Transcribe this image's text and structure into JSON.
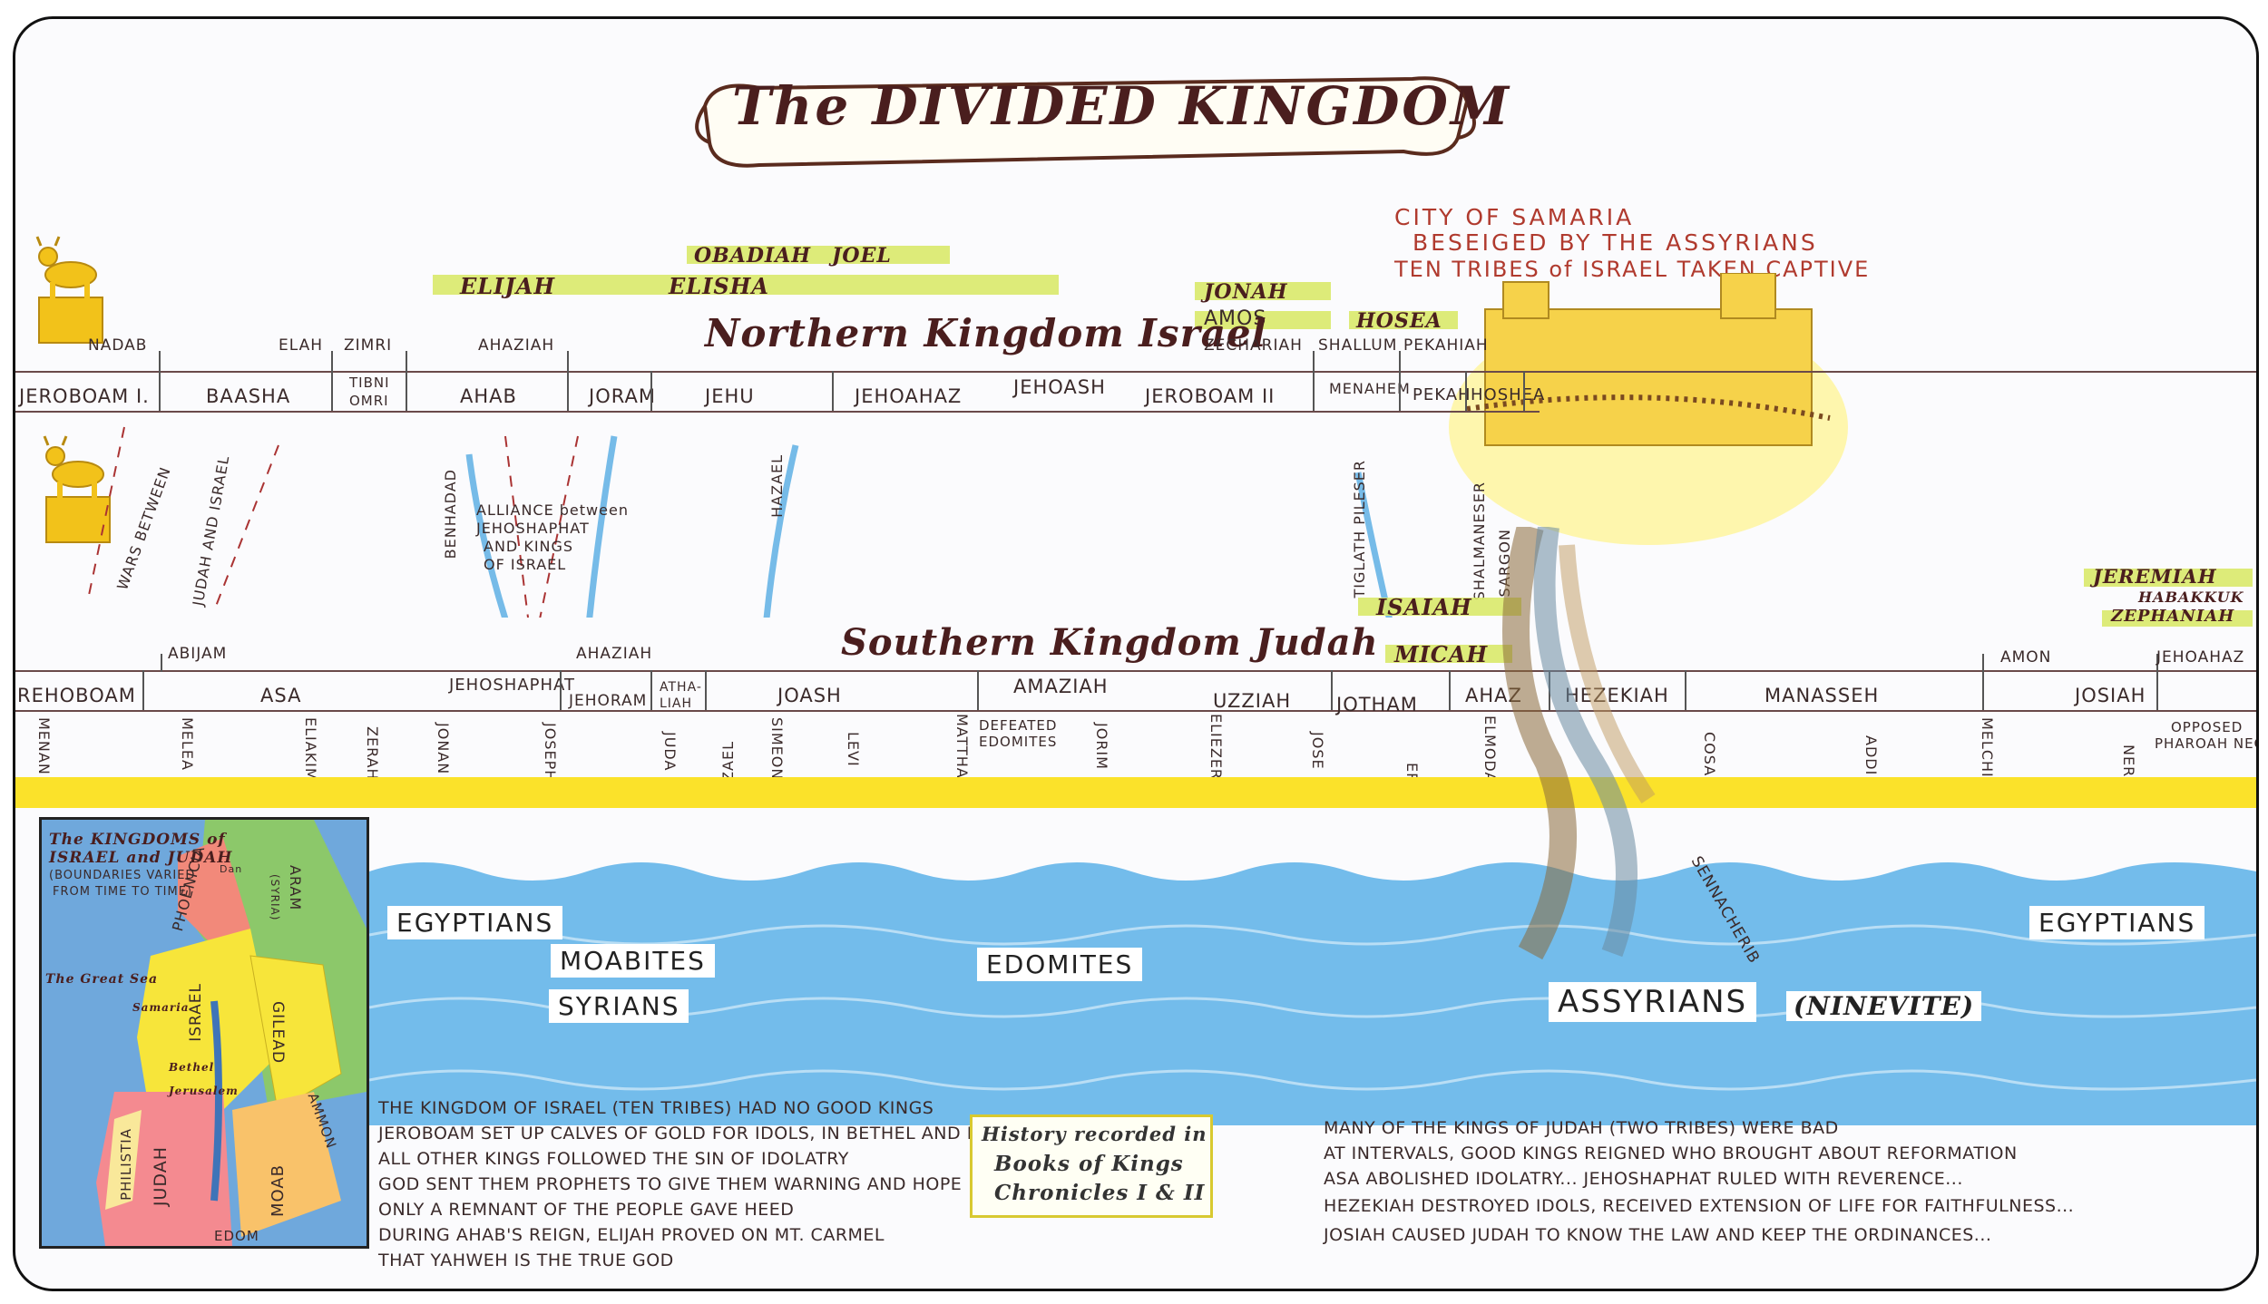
{
  "title": "The DIVIDED KINGDOM",
  "northern_heading": "Northern Kingdom Israel",
  "southern_heading": "Southern Kingdom Judah",
  "samaria": {
    "line1": "CITY OF SAMARIA",
    "line2": "BESEIGED BY THE ASSYRIANS",
    "line3": "TEN TRIBES of ISRAEL TAKEN CAPTIVE"
  },
  "north_prophets": [
    "OBADIAH",
    "JOEL",
    "ELIJAH",
    "ELISHA",
    "JONAH",
    "AMOS",
    "HOSEA"
  ],
  "south_prophets": [
    "ISAIAH",
    "MICAH",
    "JEREMIAH",
    "HABAKKUK",
    "ZEPHANIAH"
  ],
  "north_kings": {
    "row": [
      "JEROBOAM I.",
      "BAASHA",
      "TIBNI",
      "OMRI",
      "AHAB",
      "JORAM",
      "JEHU",
      "JEHOAHAZ",
      "JEHOASH",
      "JEROBOAM II",
      "MENAHEM",
      "PEKAH",
      "HOSHEA"
    ],
    "above": [
      "NADAB",
      "ELAH",
      "ZIMRI",
      "AHAZIAH",
      "ZECHARIAH",
      "SHALLUM",
      "PEKAHIAH"
    ]
  },
  "south_kings": {
    "row": [
      "REHOBOAM",
      "ASA",
      "JEHOSHAPHAT",
      "JEHORAM",
      "ATHA-LIAH",
      "JOASH",
      "AMAZIAH",
      "UZZIAH",
      "JOTHAM",
      "AHAZ",
      "HEZEKIAH",
      "MANASSEH",
      "JOSIAH"
    ],
    "above": [
      "ABIJAM",
      "AHAZIAH",
      "AMON",
      "JEHOAHAZ"
    ]
  },
  "middle_labels": {
    "wars": "WARS BETWEEN",
    "judah_israel": "JUDAH AND ISRAEL",
    "benhadad": "BENHADAD",
    "alliance": [
      "ALLIANCE between",
      "JEHOSHAPHAT",
      "AND KINGS",
      "OF ISRAEL"
    ],
    "hazael": "HAZAEL",
    "tiglath": "TIGLATH PILESER",
    "shalmaneser": "SHALMANESER",
    "sargon": "SARGON"
  },
  "lineage": [
    "MENAN",
    "MELEA",
    "ELIAKIM",
    "ZERAH",
    "JONAN",
    "JOSEPH",
    "JUDA",
    "HAZAEL",
    "SIMEON",
    "LEVI",
    "MATTHAT",
    "JORIM",
    "ELIEZER",
    "JOSE",
    "ER",
    "ELMODAM",
    "COSAM",
    "ADDI",
    "MELCHI",
    "NERI"
  ],
  "lineage_notes": {
    "edomites": [
      "DEFEATED",
      "EDOMITES"
    ],
    "necho": [
      "OPPOSED",
      "PHAROAH NECHO"
    ]
  },
  "nations": [
    "EGYPTIANS",
    "MOABITES",
    "SYRIANS",
    "EDOMITES",
    "ASSYRIANS",
    "(NINEVITE)",
    "EGYPTIANS",
    "SENNACHERIB"
  ],
  "map": {
    "title": [
      "The KINGDOMS of",
      "ISRAEL and JUDAH",
      "(BOUNDARIES VARIED",
      "FROM TIME TO TIME)"
    ],
    "regions": [
      "PHOENICIA",
      "ARAM",
      "(SYRIA)",
      "The Great Sea",
      "Samaria",
      "ISRAEL",
      "GILEAD",
      "Bethel",
      "Jerusalem",
      "PHILISTIA",
      "AMMON",
      "JUDAH",
      "MOAB",
      "EDOM",
      "Dan"
    ]
  },
  "israel_notes": [
    "THE KINGDOM OF ISRAEL (TEN TRIBES) HAD NO GOOD KINGS",
    "JEROBOAM SET UP CALVES OF GOLD FOR IDOLS, IN BETHEL AND DAN",
    "ALL OTHER KINGS FOLLOWED THE SIN OF IDOLATRY",
    "GOD SENT THEM PROPHETS TO GIVE THEM WARNING AND HOPE",
    "ONLY A REMNANT OF THE PEOPLE GAVE HEED",
    "DURING AHAB'S REIGN, ELIJAH PROVED ON MT. CARMEL",
    "THAT YAHWEH IS THE TRUE GOD"
  ],
  "history_box": [
    "History recorded in",
    "Books of Kings",
    "Chronicles I & II"
  ],
  "judah_notes": [
    "MANY OF THE KINGS OF JUDAH (TWO TRIBES) WERE BAD",
    "AT INTERVALS, GOOD KINGS REIGNED WHO BROUGHT ABOUT REFORMATION",
    "ASA ABOLISHED IDOLATRY... JEHOSHAPHAT RULED WITH REVERENCE...",
    "HEZEKIAH DESTROYED IDOLS, RECEIVED EXTENSION OF LIFE FOR FAITHFULNESS...",
    "JOSIAH CAUSED JUDAH TO KNOW THE LAW AND KEEP THE ORDINANCES..."
  ],
  "colors": {
    "gold": "#f2c21a",
    "yellow_band": "#fbe22a",
    "sea": "#5ab0e8",
    "prophet_bar": "#d9e96a",
    "red_text": "#b03a2e"
  }
}
